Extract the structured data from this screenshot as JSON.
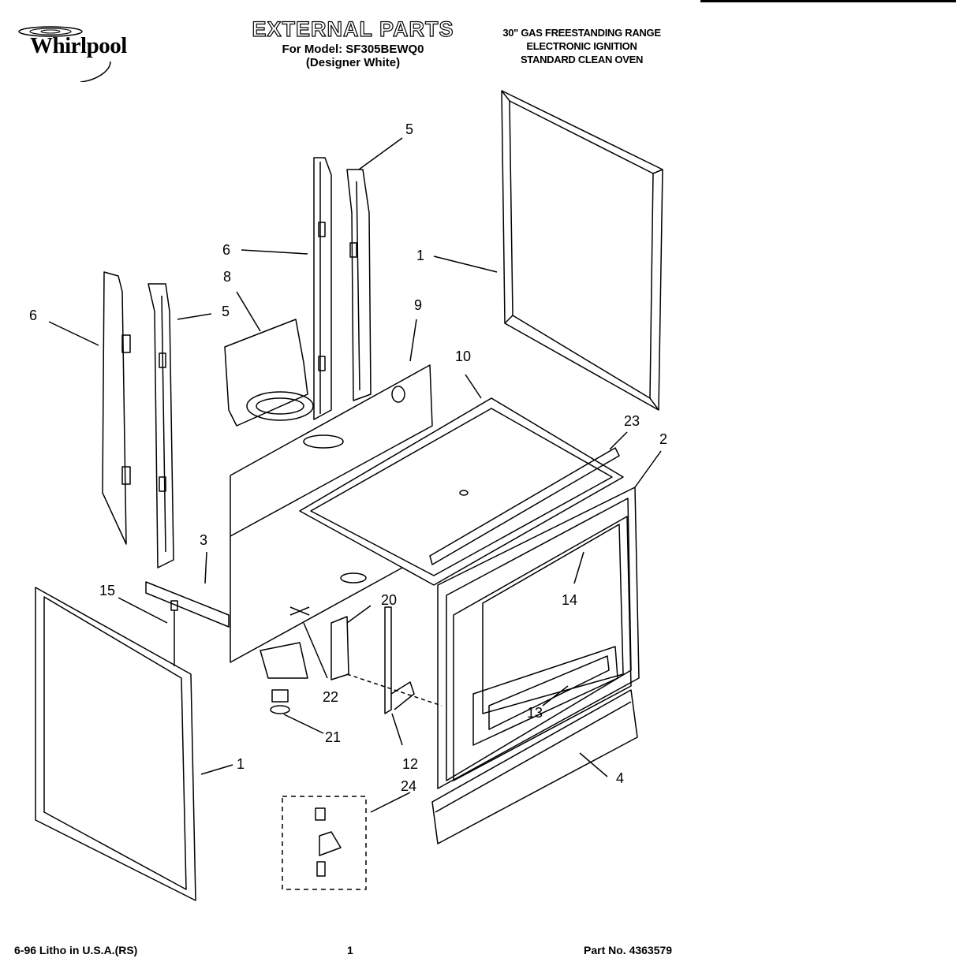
{
  "header": {
    "brand": "Whirlpool",
    "title": "EXTERNAL PARTS",
    "model_line": "For Model: SF305BEWQ0",
    "variant_line": "(Designer White)",
    "product_lines": [
      "30\" GAS FREESTANDING RANGE",
      "ELECTRONIC IGNITION",
      "STANDARD CLEAN OVEN"
    ]
  },
  "callouts": [
    "5",
    "6",
    "1",
    "8",
    "6",
    "5",
    "9",
    "10",
    "23",
    "2",
    "3",
    "14",
    "15",
    "20",
    "22",
    "13",
    "21",
    "1",
    "12",
    "24",
    "4"
  ],
  "footer": {
    "left": "6-96 Litho in U.S.A.(RS)",
    "center": "1",
    "right": "Part No. 4363579"
  },
  "icons": [
    "whirlpool-logo-icon"
  ]
}
